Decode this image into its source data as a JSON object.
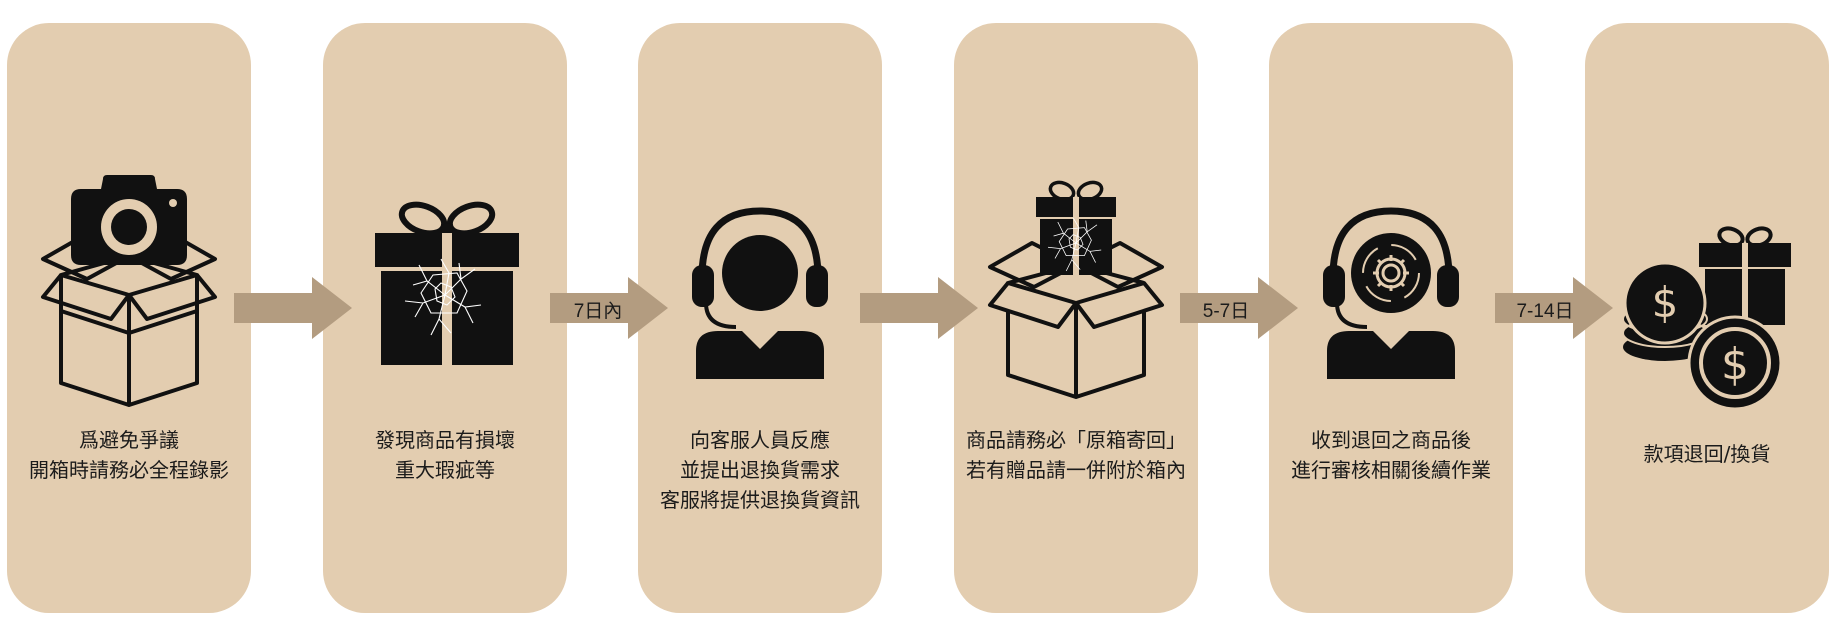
{
  "steps": [
    {
      "line1": "爲避免爭議",
      "line2": "開箱時請務必全程錄影",
      "icon": "camera-box-icon"
    },
    {
      "line1": "發現商品有損壞",
      "line2": "重大瑕疵等",
      "icon": "broken-gift-icon"
    },
    {
      "line1": "向客服人員反應",
      "line2": "並提出退換貨需求",
      "line3": "客服將提供退換貨資訊",
      "icon": "customer-service-icon"
    },
    {
      "line1": "商品請務必「原箱寄回」",
      "line2": "若有贈品請一併附於箱內",
      "icon": "return-box-gift-icon"
    },
    {
      "line1": "收到退回之商品後",
      "line2": "進行審核相關後續作業",
      "icon": "review-agent-icon"
    },
    {
      "line1": "款項退回/換貨",
      "icon": "refund-money-icon"
    }
  ],
  "connectors": [
    {
      "label": ""
    },
    {
      "label": "7日內"
    },
    {
      "label": ""
    },
    {
      "label": "5-7日"
    },
    {
      "label": "7-14日"
    }
  ],
  "colors": {
    "card": "#e3cdb0",
    "arrow": "#b39c80",
    "icon": "#111111"
  }
}
